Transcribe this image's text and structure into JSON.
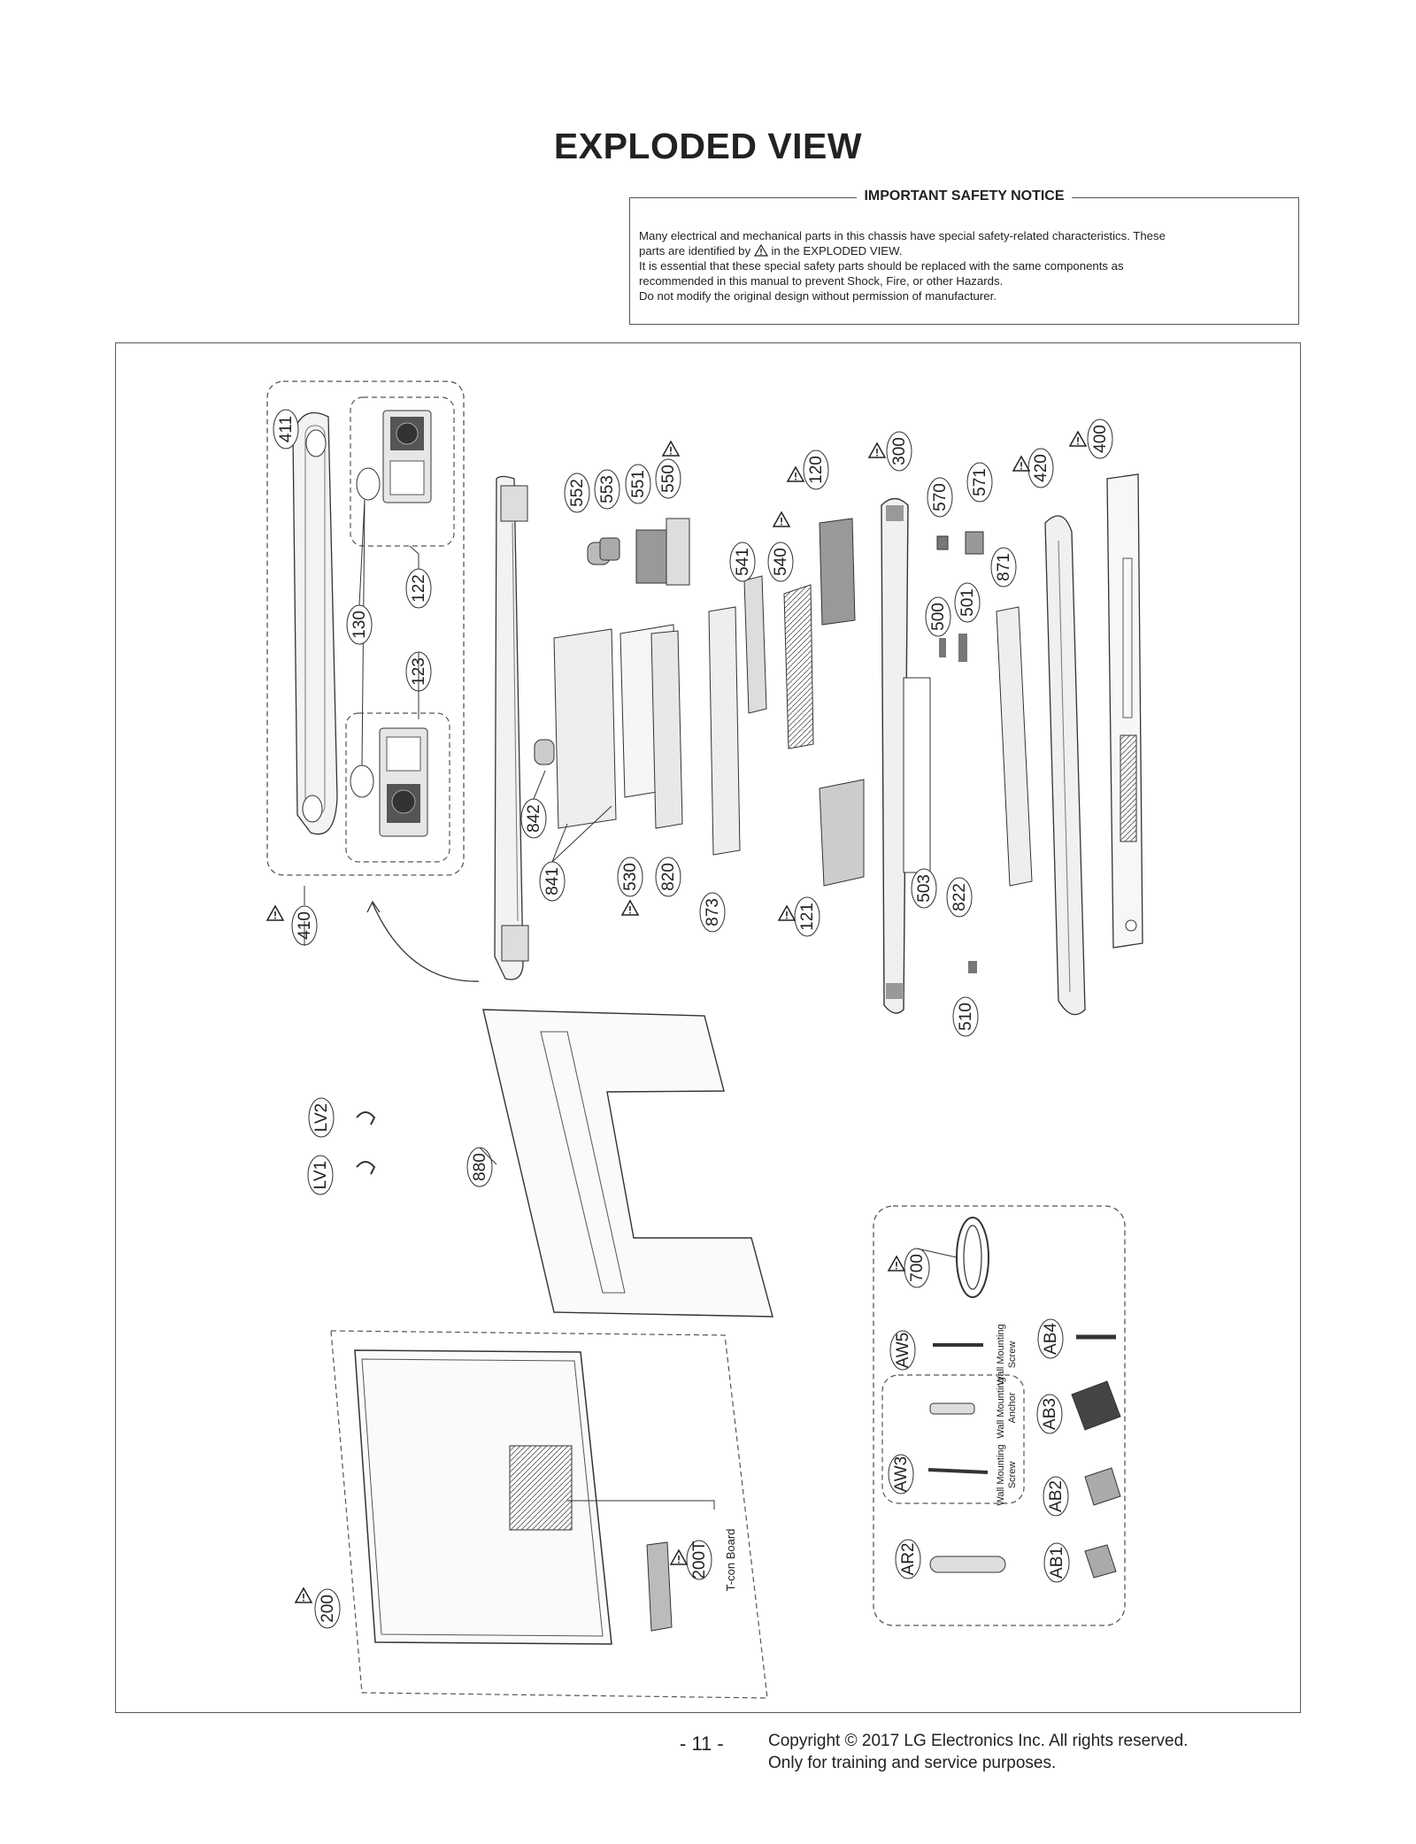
{
  "page": {
    "title": "EXPLODED VIEW",
    "number": "- 11 -"
  },
  "notice": {
    "title": "IMPORTANT SAFETY NOTICE",
    "line1": "Many electrical and mechanical parts in this chassis have special safety-related characteristics. These",
    "line2a": "parts are identified by",
    "line2b": "in the EXPLODED VIEW.",
    "line3": "It is essential that these special safety parts should be replaced with the same components as",
    "line4": "recommended in this manual to prevent Shock, Fire, or other Hazards.",
    "line5": "Do not modify the original design without permission of manufacturer."
  },
  "parts": {
    "p411": "411",
    "p122": "122",
    "p130": "130",
    "p123": "123",
    "p410": "410",
    "p552": "552",
    "p553": "553",
    "p551": "551",
    "p550": "550",
    "p541": "541",
    "p540": "540",
    "p120": "120",
    "p300": "300",
    "p570": "570",
    "p571": "571",
    "p420": "420",
    "p400": "400",
    "p871": "871",
    "p500": "500",
    "p501": "501",
    "p842": "842",
    "p841": "841",
    "p530": "530",
    "p820": "820",
    "p873": "873",
    "p121": "121",
    "p503": "503",
    "p822": "822",
    "p510": "510",
    "pLV2": "LV2",
    "pLV1": "LV1",
    "p880": "880",
    "p700": "700",
    "pAW5": "AW5",
    "pAB4": "AB4",
    "pAB3": "AB3",
    "pAW3": "AW3",
    "pAB2": "AB2",
    "pAR2": "AR2",
    "pAB1": "AB1",
    "p200": "200",
    "p200T": "200T"
  },
  "accessory_labels": {
    "wall_screw_1": "Wall Mounting",
    "wall_screw_1b": "Screw",
    "wall_anchor": "Wall Mounting",
    "wall_anchor_b": "Anchor",
    "wall_screw_2": "Wall Mounting",
    "wall_screw_2b": "Screw",
    "tcon": "T-con Board"
  },
  "footer": {
    "copyright_line1": "Copyright © 2017 LG Electronics Inc. All rights reserved.",
    "copyright_line2": "Only for training and service purposes."
  }
}
